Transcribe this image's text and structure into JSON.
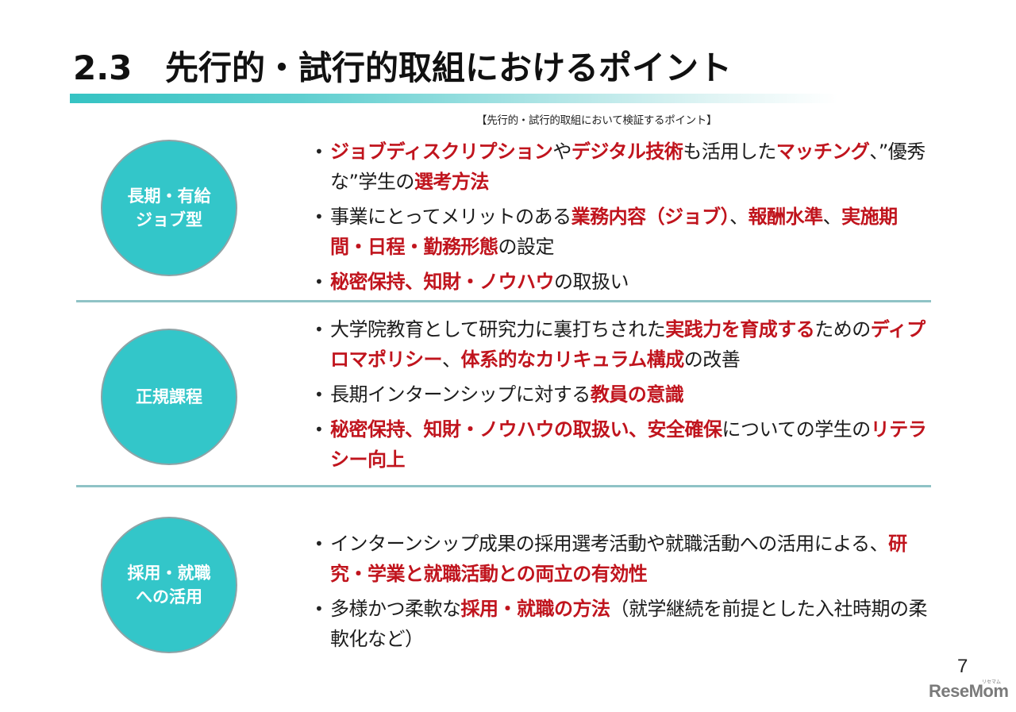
{
  "title": {
    "number": "2.3",
    "text": "先行的・試行的取組におけるポイント"
  },
  "subtitle": "【先行的・試行的取組において検証するポイント】",
  "colors": {
    "accent_teal": "#33c6c9",
    "emphasis_red": "#c0141d",
    "divider": "#8fc3c6"
  },
  "sections": [
    {
      "label": "長期・有給\nジョブ型",
      "bullets": [
        [
          {
            "text": "ジョブディスクリプション",
            "em": true
          },
          {
            "text": "や",
            "em": false
          },
          {
            "text": "デジタル技術",
            "em": true
          },
          {
            "text": "も活用した",
            "em": false
          },
          {
            "text": "マッチング",
            "em": true
          },
          {
            "text": "、”優秀な”学生の",
            "em": false
          },
          {
            "text": "選考方法",
            "em": true
          }
        ],
        [
          {
            "text": "事業にとってメリットのある",
            "em": false
          },
          {
            "text": "業務内容（ジョブ）",
            "em": true
          },
          {
            "text": "、",
            "em": false
          },
          {
            "text": "報酬水準",
            "em": true
          },
          {
            "text": "、",
            "em": false
          },
          {
            "text": "実施期間・日程・勤務形態",
            "em": true
          },
          {
            "text": "の設定",
            "em": false
          }
        ],
        [
          {
            "text": "秘密保持、知財・ノウハウ",
            "em": true
          },
          {
            "text": "の取扱い",
            "em": false
          }
        ]
      ]
    },
    {
      "label": "正規課程",
      "bullets": [
        [
          {
            "text": "大学院教育として研究力に裏打ちされた",
            "em": false
          },
          {
            "text": "実践力を育成する",
            "em": true
          },
          {
            "text": "ための",
            "em": false
          },
          {
            "text": "ディプロマポリシー",
            "em": true
          },
          {
            "text": "、",
            "em": false
          },
          {
            "text": "体系的なカリキュラム構成",
            "em": true
          },
          {
            "text": "の改善",
            "em": false
          }
        ],
        [
          {
            "text": "長期インターンシップに対する",
            "em": false
          },
          {
            "text": "教員の意識",
            "em": true
          }
        ],
        [
          {
            "text": "秘密保持、知財・ノウハウの取扱い、安全確保",
            "em": true
          },
          {
            "text": "についての学生の",
            "em": false
          },
          {
            "text": "リテラシー向上",
            "em": true
          }
        ]
      ]
    },
    {
      "label": "採用・就職\nへの活用",
      "bullets": [
        [
          {
            "text": "インターンシップ成果の採用選考活動や就職活動への活用による、",
            "em": false
          },
          {
            "text": "研究・学業と就職活動との両立の有効性",
            "em": true
          }
        ],
        [
          {
            "text": "多様かつ柔軟な",
            "em": false
          },
          {
            "text": "採用・就職の方法",
            "em": true
          },
          {
            "text": "（就学継続を前提とした入社時期の柔軟化など）",
            "em": false
          }
        ]
      ]
    }
  ],
  "footer": {
    "page_number": "7",
    "logo_text": "ReseMom",
    "logo_kana": "リセマム"
  }
}
